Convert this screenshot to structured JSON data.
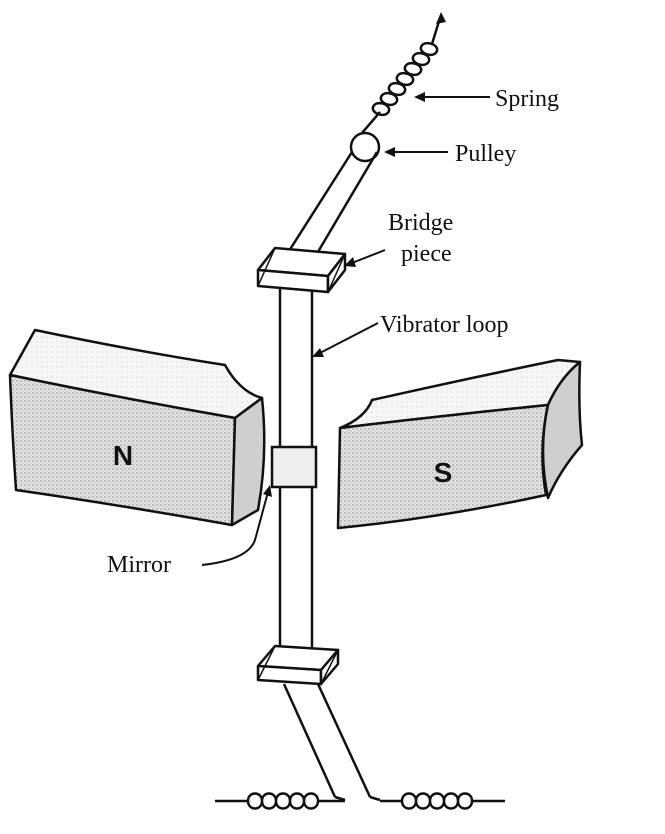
{
  "labels": {
    "spring": "Spring",
    "pulley": "Pulley",
    "bridge_line1": "Bridge",
    "bridge_line2": "piece",
    "vibrator_loop": "Vibrator loop",
    "mirror": "Mirror"
  },
  "poles": {
    "north": "N",
    "south": "S"
  },
  "colors": {
    "ink": "#111111",
    "magnet_face": "#d6d6d6",
    "magnet_top": "#f4f4f4"
  }
}
